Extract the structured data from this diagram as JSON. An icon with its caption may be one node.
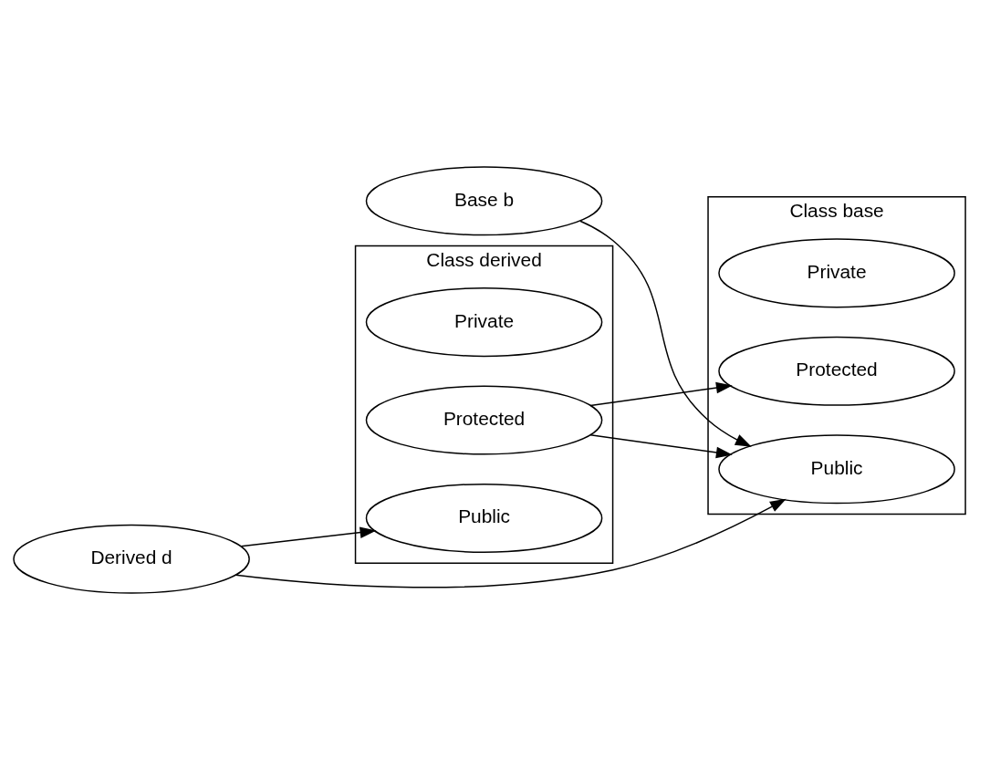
{
  "diagram": {
    "nodes": [
      {
        "text": [
          "Class derived"
        ]
      },
      {
        "text": [
          "Private"
        ],
        "in": 0
      },
      {
        "text": [
          "Protected"
        ],
        "in": 0
      },
      {
        "text": [
          "Public"
        ],
        "in": 0
      },
      {
        "text": [
          "Class base"
        ]
      },
      {
        "text": [
          "Private"
        ],
        "in": 4
      },
      {
        "text": [
          "Protected"
        ],
        "in": 4
      },
      {
        "text": [
          "Public"
        ],
        "in": 4
      },
      {
        "text": [
          "Base b"
        ]
      },
      {
        "text": [
          "Derived d"
        ]
      }
    ],
    "edges": [
      {
        "from": 2,
        "to": 6,
        "arrow": "to"
      },
      {
        "from": 2,
        "to": 7,
        "arrow": "to"
      },
      {
        "from": 9,
        "to": 3,
        "arrow": "to"
      },
      {
        "from": 9,
        "to": 7,
        "arrow": "to"
      },
      {
        "from": 8,
        "to": 7,
        "arrow": "to"
      }
    ]
  }
}
